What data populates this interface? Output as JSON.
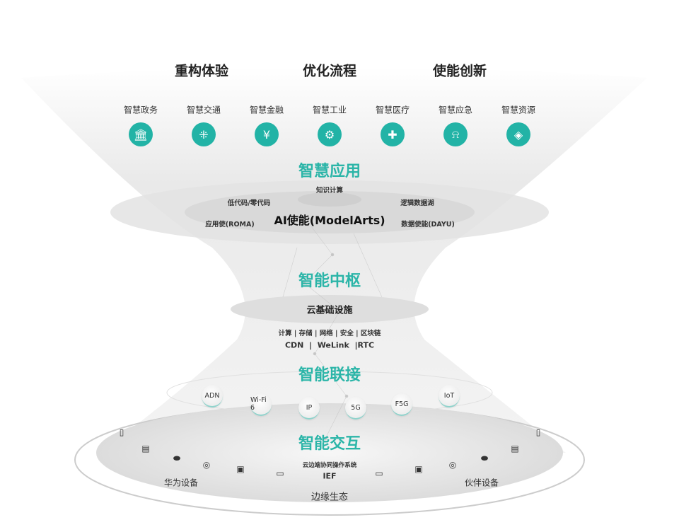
{
  "headings": [
    "重构体验",
    "优化流程",
    "使能创新"
  ],
  "industries": [
    {
      "label": "智慧政务",
      "icon": "bank-icon"
    },
    {
      "label": "智慧交通",
      "icon": "traffic-icon"
    },
    {
      "label": "智慧金融",
      "icon": "money-bag-icon"
    },
    {
      "label": "智慧工业",
      "icon": "robot-arm-icon"
    },
    {
      "label": "智慧医疗",
      "icon": "medical-cross-icon"
    },
    {
      "label": "智慧应急",
      "icon": "alarm-light-icon"
    },
    {
      "label": "智慧资源",
      "icon": "layers-icon"
    }
  ],
  "app_layer": {
    "title": "智慧应用",
    "knowledge": "知识计算",
    "lowcode": "低代码/零代码",
    "datalake": "逻辑数据湖",
    "roma": "应用使(ROMA)",
    "ai": "AI使能(ModelArts)",
    "dayu": "数据使能(DAYU)"
  },
  "hub_layer": {
    "title": "智能中枢",
    "infra": "云基础设施",
    "services": "计算 | 存储 | 网络 | 安全 | 区块链",
    "cdn": "CDN  |  WeLink  |RTC"
  },
  "connect_layer": {
    "title": "智能联接",
    "bubbles": [
      "ADN",
      "Wi-Fi 6",
      "IP",
      "5G",
      "F5G",
      "IoT"
    ]
  },
  "interact_layer": {
    "title": "智能交互",
    "os": "云边端协同操作系统",
    "ief": "IEF",
    "huawei": "华为设备",
    "partner": "伙伴设备",
    "edge": "边缘生态"
  },
  "colors": {
    "teal": "#2bb5a8"
  }
}
